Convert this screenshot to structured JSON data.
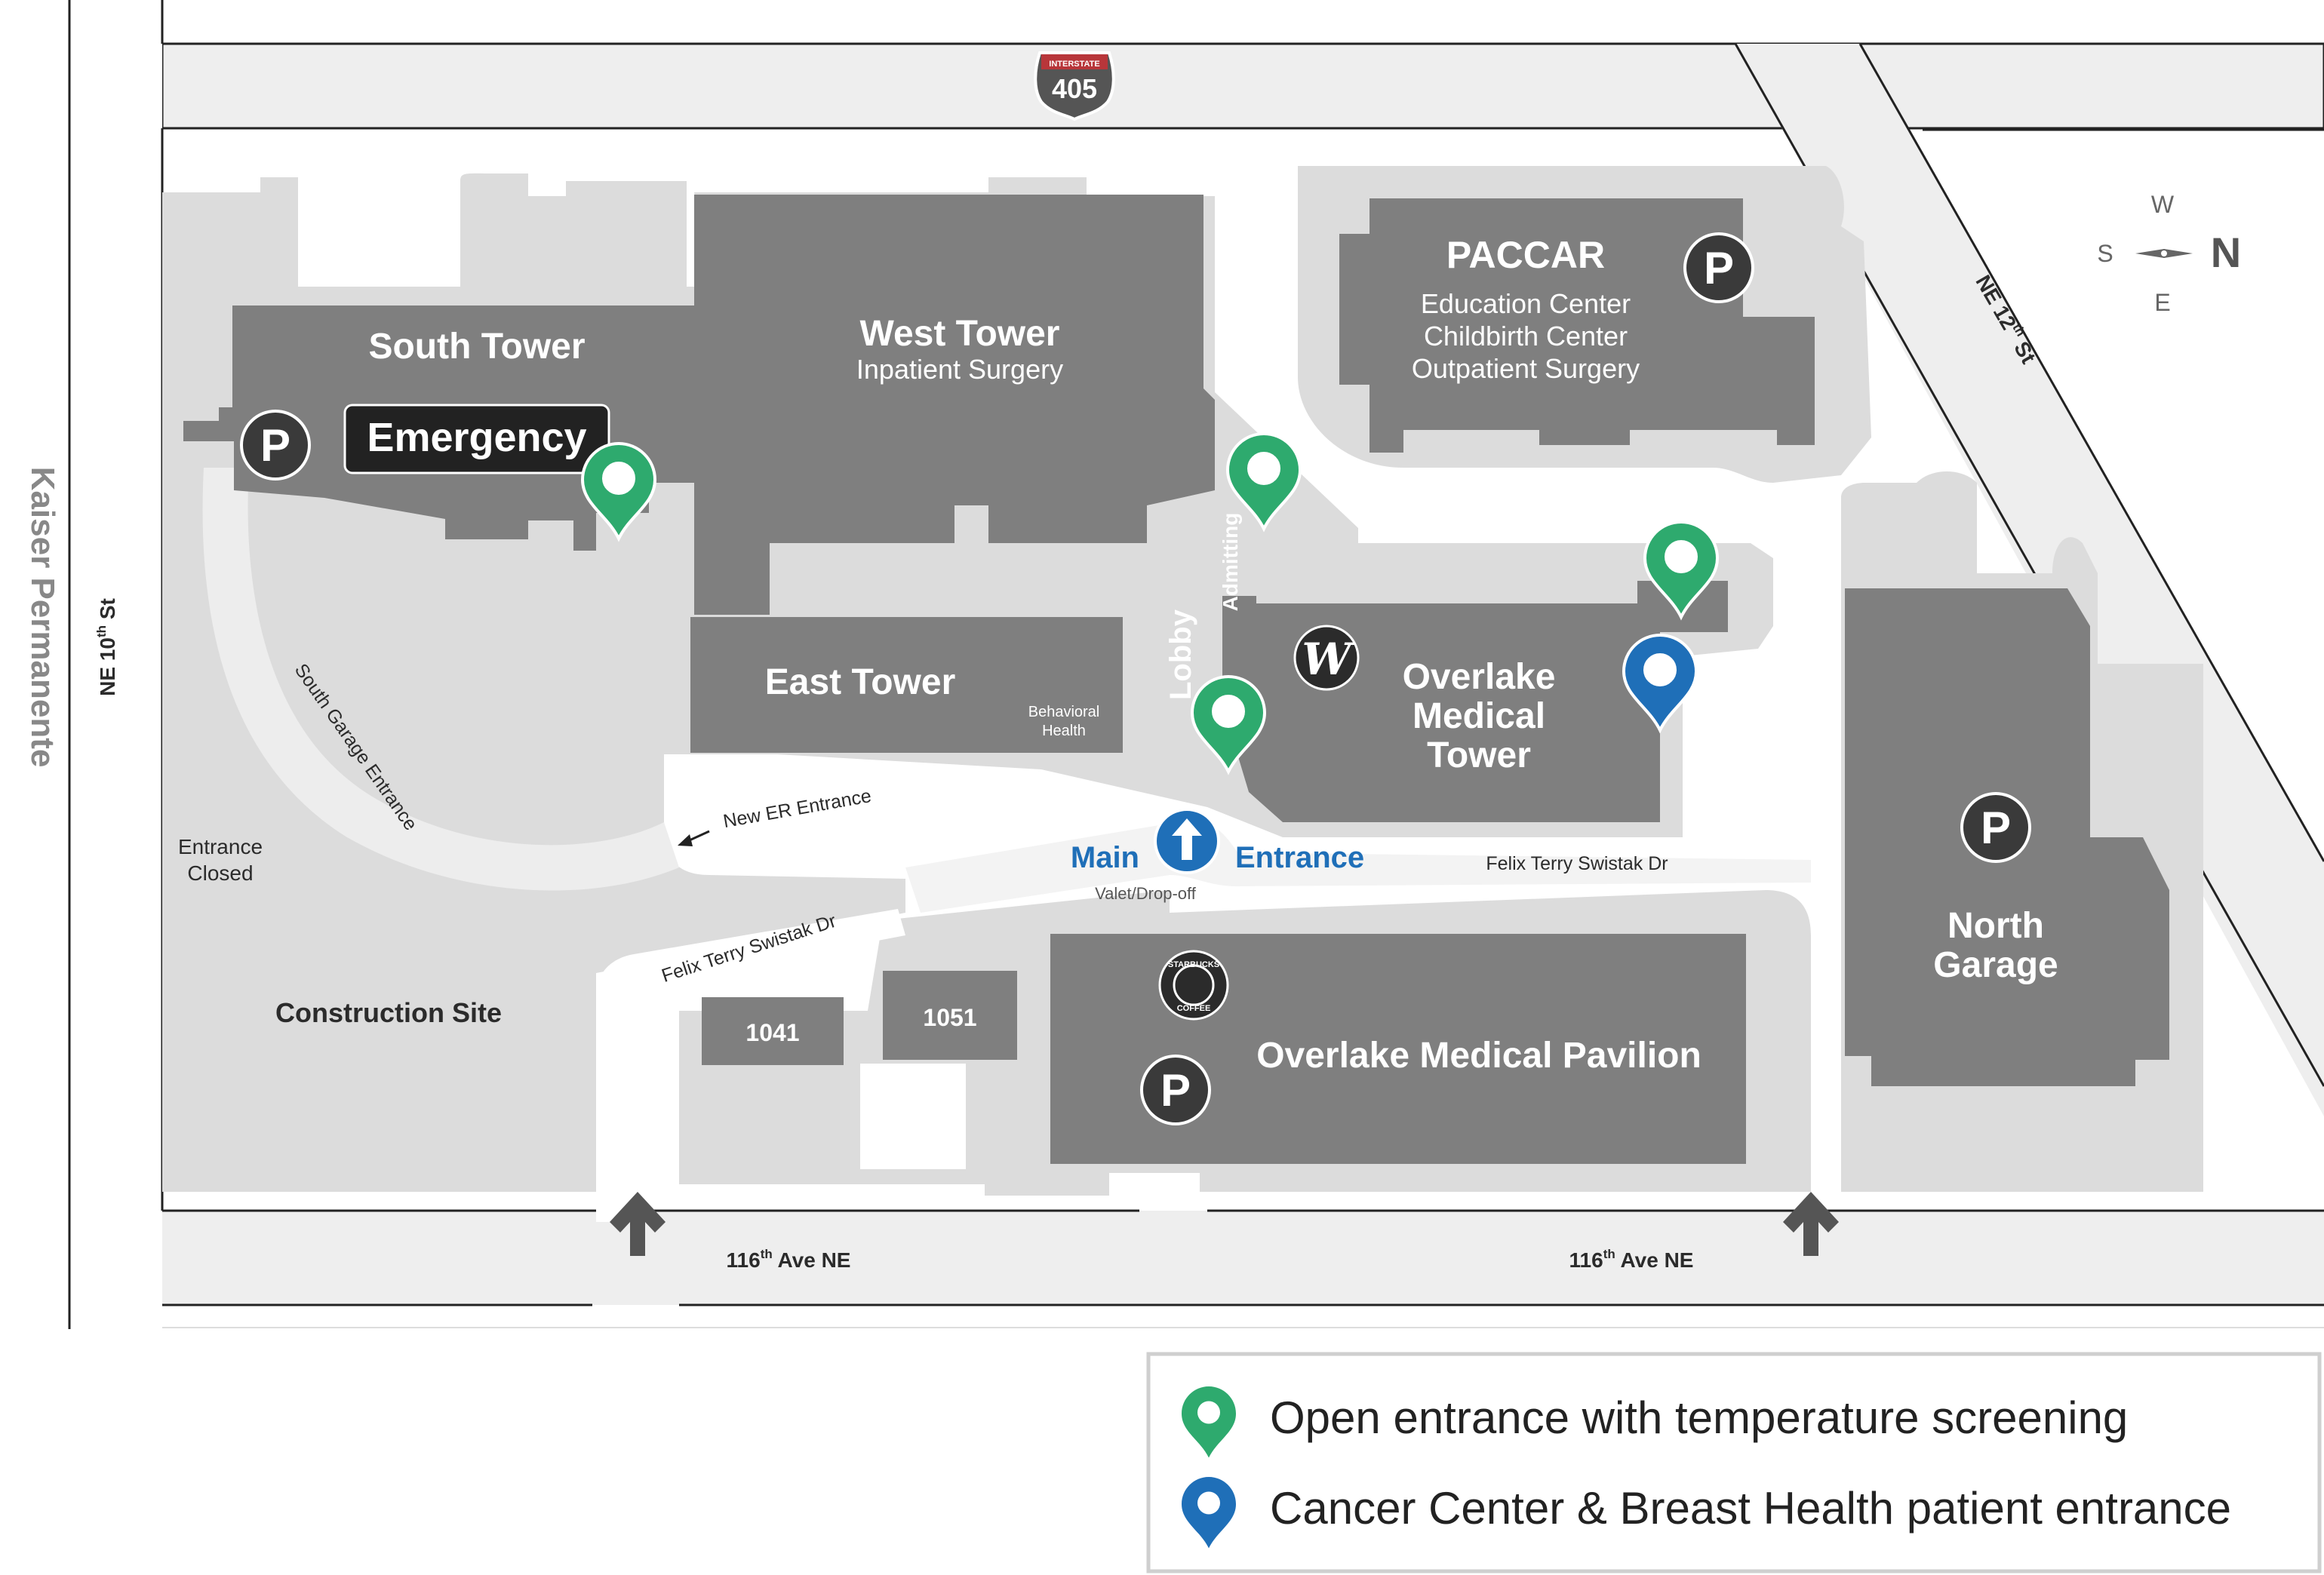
{
  "roads": {
    "interstate_shield_top": "INTERSTATE",
    "interstate_number": "405",
    "ne_10th": {
      "pre": "NE 10",
      "sup": "th",
      "post": " St"
    },
    "ne_12th": {
      "pre": "NE 12",
      "sup": "th",
      "post": " St"
    },
    "ave_116_left": {
      "pre": "116",
      "sup": "th",
      "post": " Ave NE"
    },
    "ave_116_right": {
      "pre": "116",
      "sup": "th",
      "post": " Ave NE"
    },
    "felix_main": "Felix Terry Swistak Dr",
    "felix_lower": "Felix Terry Swistak Dr",
    "south_garage_entrance": "South Garage Entrance",
    "new_er_entrance": "New ER Entrance"
  },
  "side_label": "Kaiser Permanente",
  "compass": {
    "n": "N",
    "s": "S",
    "e": "E",
    "w": "W"
  },
  "buildings": {
    "south_tower": "South Tower",
    "emergency": "Emergency",
    "west_tower": "West Tower",
    "west_tower_sub": "Inpatient Surgery",
    "east_tower": "East Tower",
    "behavioral_1": "Behavioral",
    "behavioral_2": "Health",
    "paccar": "PACCAR",
    "paccar_lines": [
      "Education Center",
      "Childbirth Center",
      "Outpatient Surgery"
    ],
    "omt_lines": [
      "Overlake",
      "Medical",
      "Tower"
    ],
    "lobby": "Lobby",
    "admitting": "Admitting",
    "north_garage_lines": [
      "North",
      "Garage"
    ],
    "pavilion": "Overlake Medical Pavilion",
    "b1041": "1041",
    "b1051": "1051",
    "construction": "Construction Site",
    "entrance_closed_lines": [
      "Entrance",
      "Closed"
    ]
  },
  "main_entrance": {
    "left": "Main",
    "right": "Entrance",
    "sub": "Valet/Drop-off"
  },
  "parking_symbol": "P",
  "starbucks": {
    "top": "STARBUCKS",
    "bottom": "COFFEE"
  },
  "walgreens_symbol": "W",
  "legend": {
    "items": [
      {
        "label": "Open entrance with temperature screening",
        "color": "#2eaa6e",
        "icon": "map-pin-icon"
      },
      {
        "label": "Cancer Center & Breast Health patient entrance",
        "color": "#1f6fb8",
        "icon": "map-pin-icon"
      }
    ]
  },
  "colors": {
    "building": "#7f7f7f",
    "grounds": "#dcdcdc",
    "road": "#ebebeb",
    "green_pin": "#2eaa6e",
    "blue_pin": "#1f6fb8",
    "parking_circle": "#3a3a3a"
  }
}
